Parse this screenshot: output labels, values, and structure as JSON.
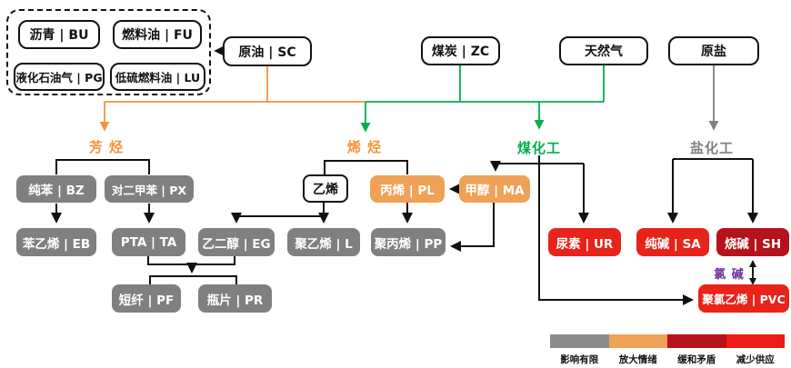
{
  "sources": {
    "bu": "沥青 | BU",
    "fu": "燃料油 | FU",
    "pg": "液化石油气 | PG",
    "lu": "低硫燃料油 | LU",
    "sc": "原油 | SC",
    "zc": "煤炭 | ZC",
    "gas": "天然气",
    "salt": "原盐"
  },
  "categories": {
    "aromatics": "芳 烃",
    "olefins": "烯 烃",
    "coal_chem": "煤化工",
    "salt_chem": "盐化工"
  },
  "products": {
    "bz": "纯苯 | BZ",
    "px": "对二甲苯 | PX",
    "eb": "苯乙烯 | EB",
    "ta": "PTA | TA",
    "eg": "乙二醇 | EG",
    "pf": "短纤 | PF",
    "pr": "瓶片 | PR",
    "ethylene": "乙烯",
    "pl": "丙烯 | PL",
    "ma": "甲醇 | MA",
    "l": "聚乙烯 | L",
    "pp": "聚丙烯 | PP",
    "ur": "尿素 | UR",
    "sa": "纯碱 | SA",
    "sh": "烧碱 | SH",
    "pvc": "聚氯乙烯 | PVC"
  },
  "chlor_alkali_label": "氯 碱",
  "legend": {
    "items": [
      {
        "label": "影响有限",
        "color": "#8C8C8C"
      },
      {
        "label": "放大情绪",
        "color": "#EFA156"
      },
      {
        "label": "缓和矛盾",
        "color": "#B5121B"
      },
      {
        "label": "减少供应",
        "color": "#ED1C16"
      }
    ]
  },
  "colors": {
    "box_gray": "#808080",
    "box_orange": "#EFA156",
    "box_red": "#E8231A",
    "box_darkred": "#B5121B",
    "line_orange": "#F5923E",
    "line_green": "#00B050",
    "line_gray": "#808080",
    "chlor_alkali_purple": "#7030A0"
  }
}
